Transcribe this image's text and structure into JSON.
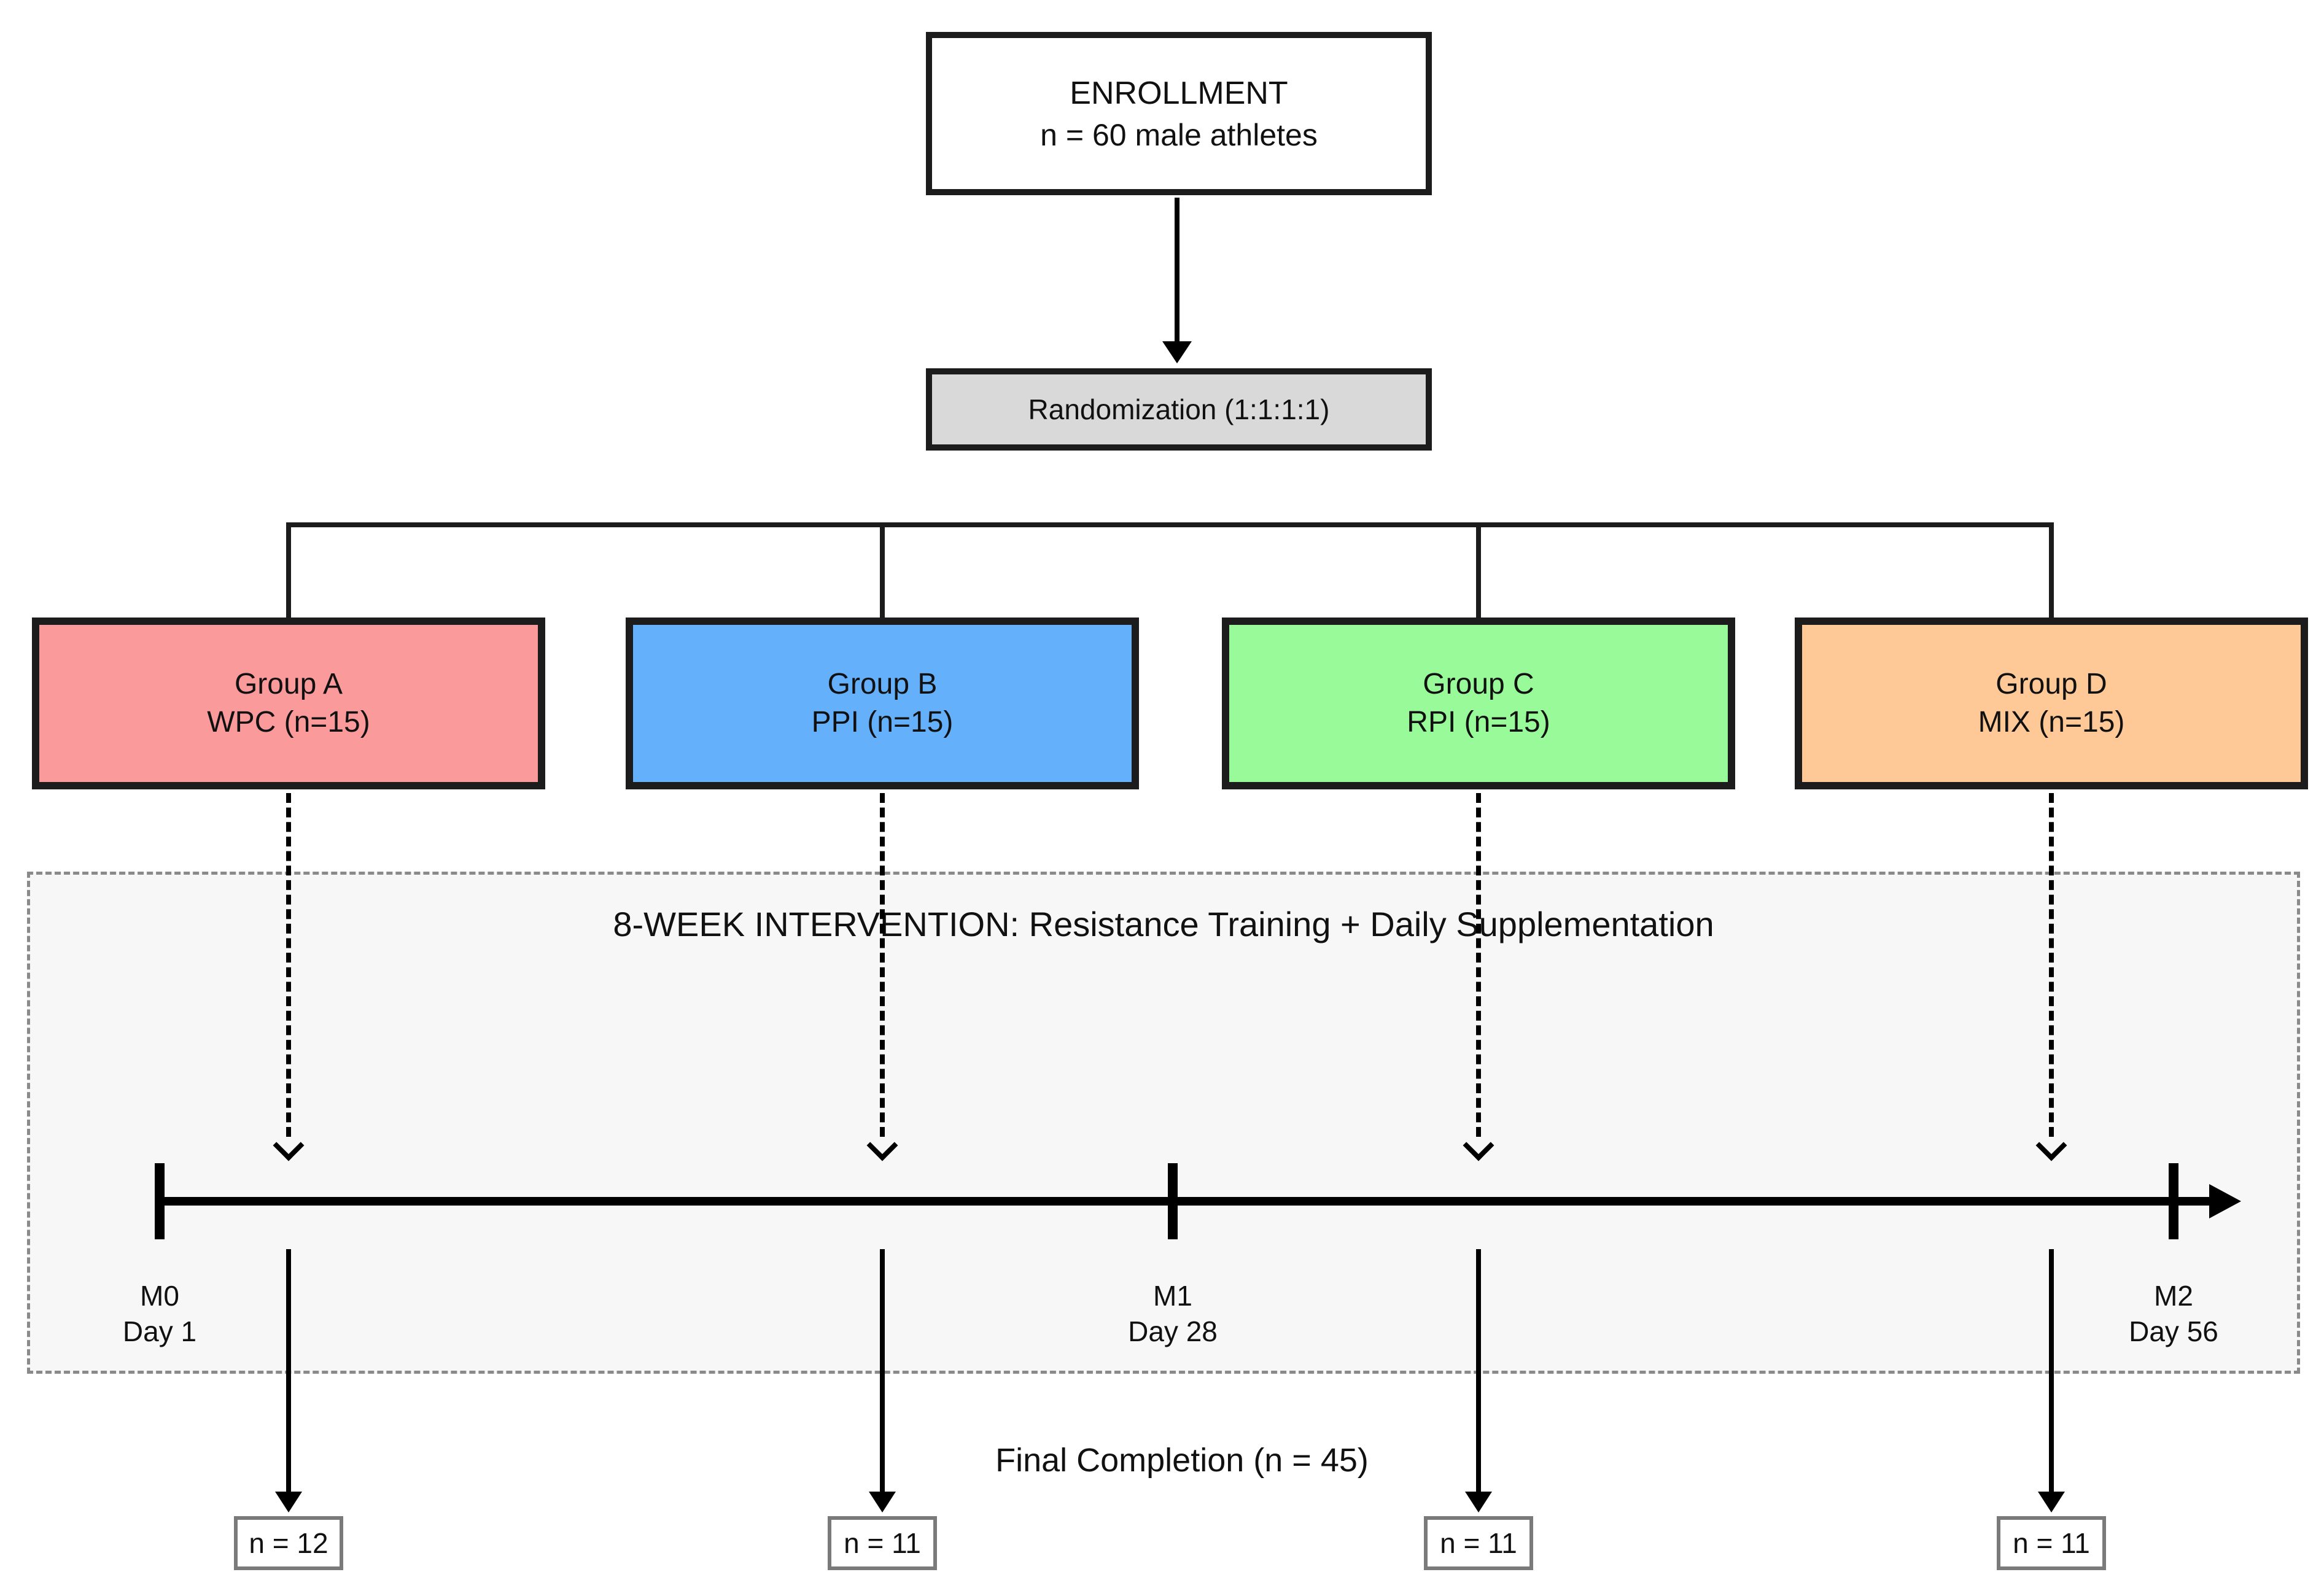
{
  "enrollment_box": {
    "line1": "ENROLLMENT",
    "line2": "n = 60 male athletes"
  },
  "randomization_box": {
    "label": "Randomization (1:1:1:1)"
  },
  "groups": [
    {
      "line1": "Group A",
      "line2": "WPC (n=15)",
      "fill": "#fa9a9a",
      "completion": "n = 12"
    },
    {
      "line1": "Group B",
      "line2": "PPI (n=15)",
      "fill": "#64b0fa",
      "completion": "n = 11"
    },
    {
      "line1": "Group C",
      "line2": "RPI (n=15)",
      "fill": "#98fa98",
      "completion": "n = 11"
    },
    {
      "line1": "Group D",
      "line2": "MIX (n=15)",
      "fill": "#fec996",
      "completion": "n = 11"
    }
  ],
  "intervention_box": {
    "title": "8-WEEK INTERVENTION: Resistance Training + Daily Supplementation",
    "fill": "#f7f7f7"
  },
  "timeline": {
    "milestones": [
      {
        "label": "M0",
        "sublabel": "Day 1"
      },
      {
        "label": "M1",
        "sublabel": "Day 28"
      },
      {
        "label": "M2",
        "sublabel": "Day 56"
      }
    ]
  },
  "final_completion_label": "Final Completion (n = 45)",
  "colors": {
    "box_border": "#1c1c1c",
    "randomization_fill": "#d9d9d9",
    "intervention_border": "#8a8a8a",
    "completion_box_border": "#7a7a7a",
    "line_color": "#000000"
  }
}
